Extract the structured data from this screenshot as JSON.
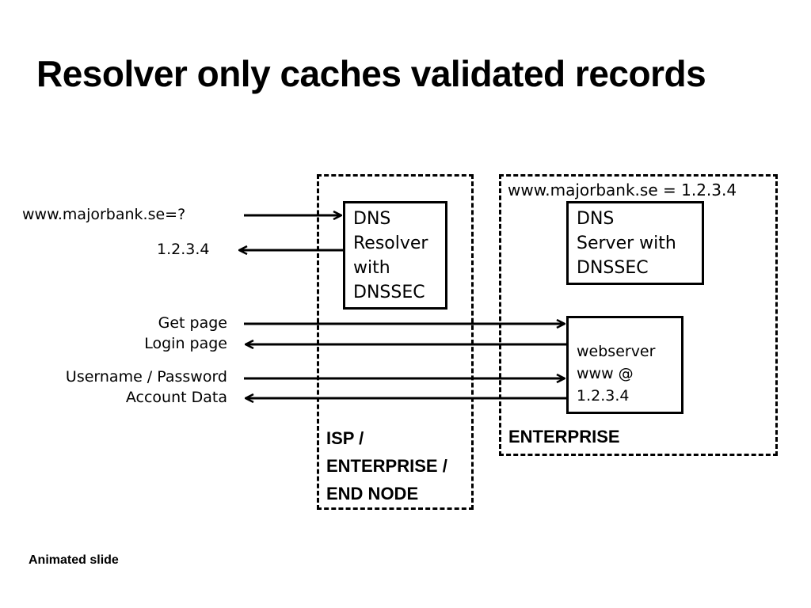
{
  "title": "Resolver only caches validated records",
  "queries": {
    "dns_query": "www.majorbank.se=?",
    "dns_answer": "1.2.3.4",
    "get_page": "Get page",
    "login_page": "Login page",
    "credentials": "Username / Password",
    "account_data": "Account Data"
  },
  "isp_zone": {
    "label_lines": [
      "ISP /",
      "ENTERPRISE /",
      "END NODE"
    ]
  },
  "enterprise_zone": {
    "record": "www.majorbank.se = 1.2.3.4",
    "label": "ENTERPRISE"
  },
  "resolver_box": {
    "lines": [
      "DNS",
      "Resolver",
      "with",
      "DNSSEC"
    ]
  },
  "dns_server_box": {
    "lines": [
      "DNS",
      "Server with",
      "DNSSEC"
    ]
  },
  "webserver_box": {
    "lines": [
      "webserver",
      "www @",
      "1.2.3.4"
    ]
  },
  "footer": "Animated slide"
}
